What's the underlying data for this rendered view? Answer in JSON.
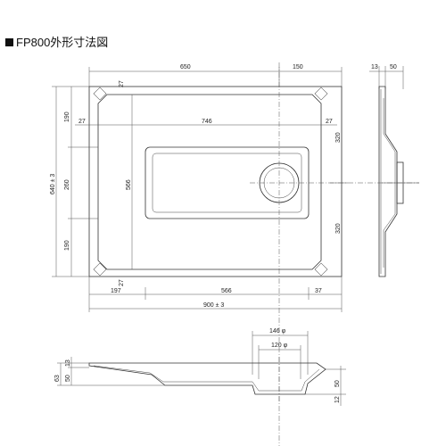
{
  "title": "FP800外形寸法図",
  "top_view": {
    "width_left": "650",
    "width_right": "150",
    "corner_top": "27",
    "corner_bottom": "27",
    "left_top": "190",
    "left_mid": "260",
    "left_bottom": "190",
    "overall_height": "640 ± 3",
    "inner_left": "27",
    "inner_width": "746",
    "inner_right": "27",
    "inner_height": "566",
    "right_top": "320",
    "right_bottom": "320",
    "bottom_left": "197",
    "bottom_mid": "566",
    "bottom_right": "37",
    "overall_width": "900 ± 3"
  },
  "side_view": {
    "top_a": "13",
    "top_b": "50"
  },
  "front_view": {
    "outer_dia": "146 φ",
    "inner_dia": "120 φ",
    "left_top": "13",
    "left_bottom": "50",
    "left_total": "63",
    "right_top": "50",
    "right_bottom": "12"
  }
}
